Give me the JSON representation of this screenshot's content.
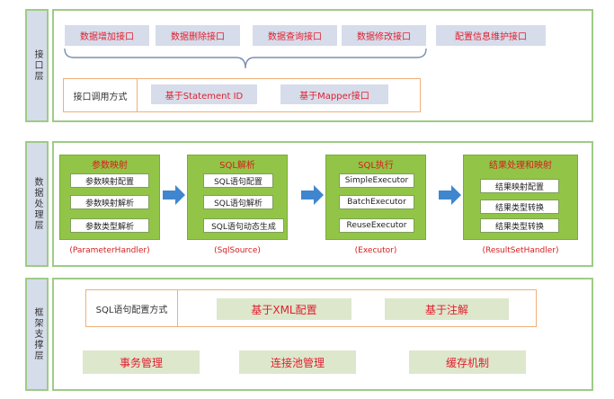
{
  "interface_layer": {
    "label": "接口层",
    "apis": [
      "数据增加接口",
      "数据删除接口",
      "数据查询接口",
      "数据修改接口",
      "配置信息维护接口"
    ],
    "call_method": {
      "title": "接口调用方式",
      "options": [
        "基于Statement ID",
        "基于Mapper接口"
      ]
    }
  },
  "processing_layer": {
    "label": "数据处理层",
    "modules": [
      {
        "title": "参数映射",
        "items": [
          "参数映射配置",
          "参数映射解析",
          "参数类型解析"
        ],
        "handler": "(ParameterHandler)"
      },
      {
        "title": "SQL解析",
        "items": [
          "SQL语句配置",
          "SQL语句解析",
          "SQL语句动态生成"
        ],
        "handler": "(SqlSource)"
      },
      {
        "title": "SQL执行",
        "items": [
          "SimpleExecutor",
          "BatchExecutor",
          "ReuseExecutor"
        ],
        "handler": "(Executor)"
      },
      {
        "title": "结果处理和映射",
        "items": [
          "结果映射配置",
          "结果类型转换",
          "结果类型转换"
        ],
        "handler": "(ResultSetHandler)"
      }
    ]
  },
  "framework_layer": {
    "label": "框架支撑层",
    "sql_config": {
      "title": "SQL语句配置方式",
      "options": [
        "基于XML配置",
        "基于注解"
      ]
    },
    "features": [
      "事务管理",
      "连接池管理",
      "缓存机制"
    ]
  },
  "colors": {
    "layer_border": "#9ecb86",
    "label_bg": "#d5dcea",
    "api_bg": "#d6dcea",
    "red_text": "#e01e2e",
    "module_green": "#92c547",
    "arrow_blue": "#3f86cf",
    "feature_bg": "#dde7cc",
    "call_border": "#f0b07a"
  }
}
